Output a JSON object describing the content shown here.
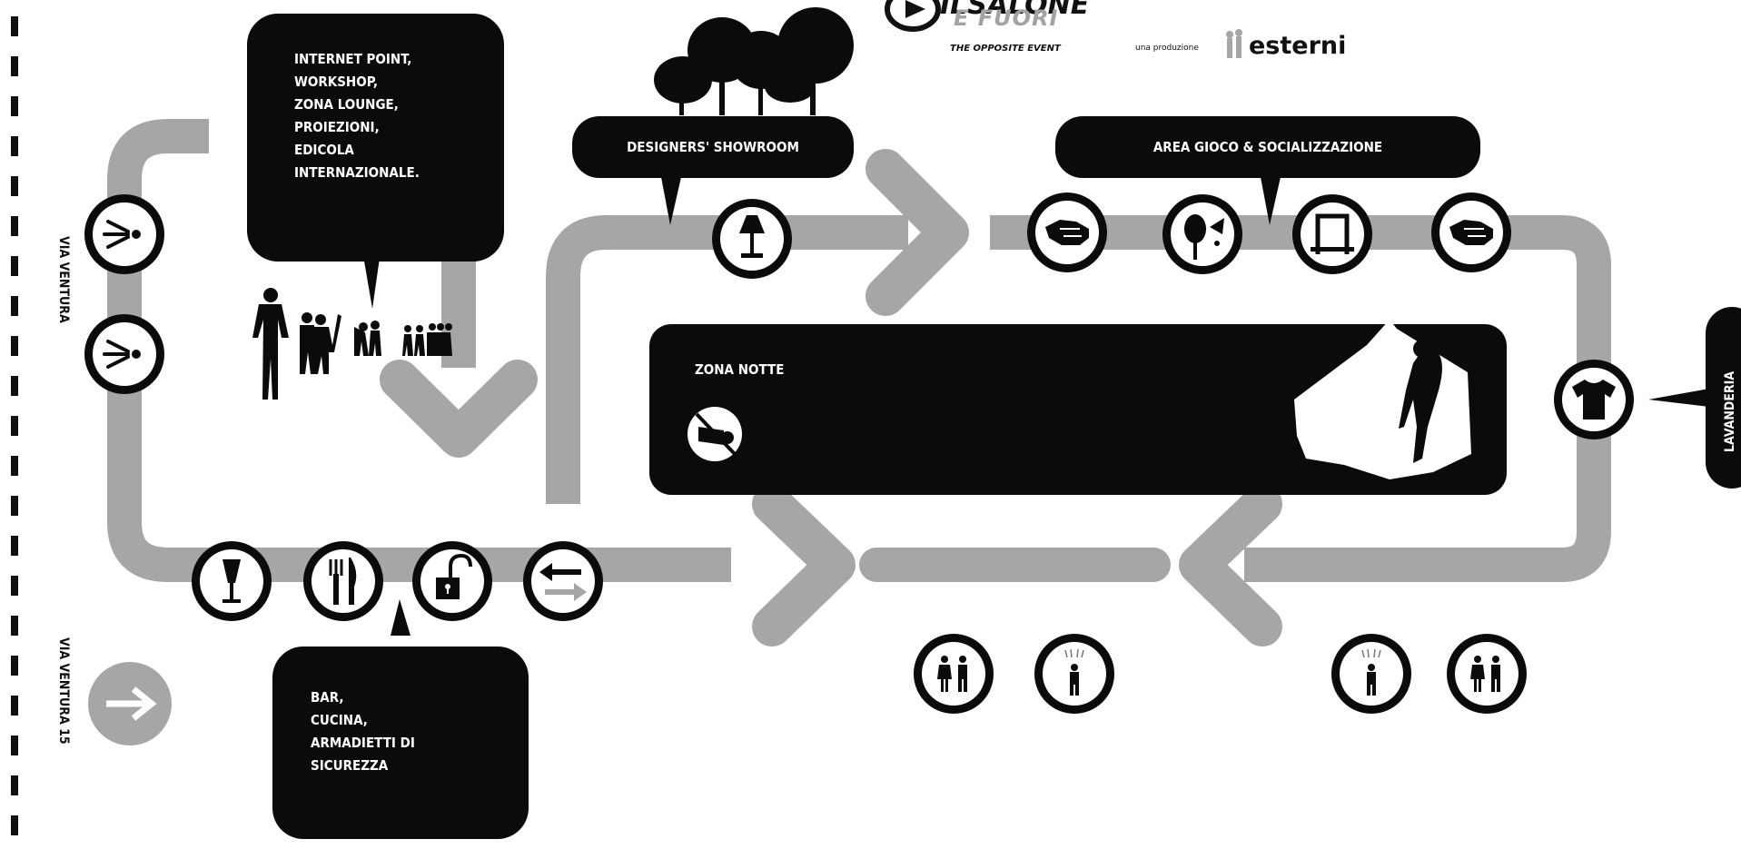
{
  "logo": {
    "name": "ILSALONE",
    "subtitle": "E FUORI",
    "tagline": "THE OPPOSITE EVENT",
    "production_prefix": "una produzione",
    "producer": "esterni"
  },
  "streets": {
    "side": "VIA VENTURA",
    "entrance": "VIA VENTURA 15"
  },
  "bubbles": {
    "internet": [
      "INTERNET POINT,",
      "WORKSHOP,",
      "ZONA LOUNGE,",
      "PROIEZIONI,",
      "EDICOLA",
      "INTERNAZIONALE."
    ],
    "bar": [
      "BAR,",
      "CUCINA,",
      "ARMADIETTI DI",
      "SICUREZZA"
    ]
  },
  "areas": {
    "showroom": "DESIGNERS' SHOWROOM",
    "gioco": "AREA GIOCO & SOCIALIZZAZIONE",
    "notte": "ZONA NOTTE",
    "lavanderia": "LAVANDERIA"
  },
  "colors": {
    "path": "#a6a6a6",
    "ink": "#0b0b0b",
    "paper": "#ffffff"
  },
  "icons": [
    "speaker-icon",
    "speaker-icon",
    "wine-glass-icon",
    "cutlery-icon",
    "padlock-icon",
    "exchange-arrows-icon",
    "table-lamp-icon",
    "handshake-icon",
    "ping-pong-icon",
    "table-football-icon",
    "handshake-icon",
    "no-noise-icon",
    "tshirt-icon",
    "restroom-icon",
    "shower-icon",
    "shower-icon",
    "restroom-icon",
    "entrance-arrow-icon"
  ]
}
